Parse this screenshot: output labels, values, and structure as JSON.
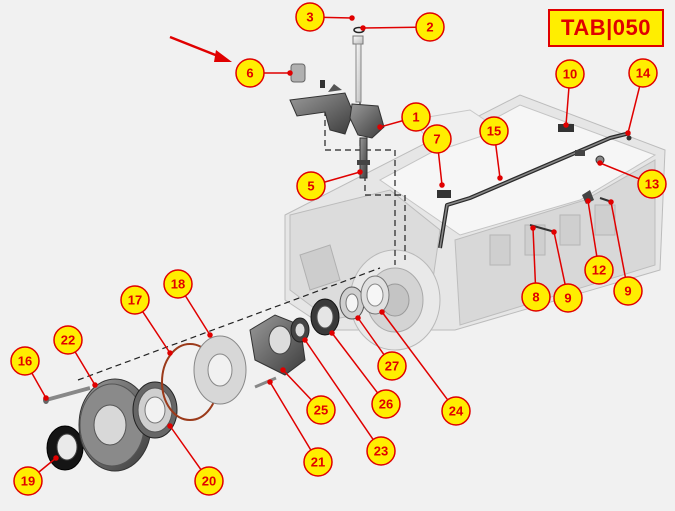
{
  "tab_label": "TAB|050",
  "colors": {
    "callout_fill": "#ffee00",
    "callout_stroke": "#e00000",
    "leader": "#e00000",
    "background": "#f1f1f1"
  },
  "callouts": [
    {
      "id": "1",
      "label": "1"
    },
    {
      "id": "2",
      "label": "2"
    },
    {
      "id": "3",
      "label": "3"
    },
    {
      "id": "5",
      "label": "5"
    },
    {
      "id": "6",
      "label": "6"
    },
    {
      "id": "7",
      "label": "7"
    },
    {
      "id": "8",
      "label": "8"
    },
    {
      "id": "9a",
      "label": "9"
    },
    {
      "id": "9b",
      "label": "9"
    },
    {
      "id": "10",
      "label": "10"
    },
    {
      "id": "12",
      "label": "12"
    },
    {
      "id": "13",
      "label": "13"
    },
    {
      "id": "14",
      "label": "14"
    },
    {
      "id": "15",
      "label": "15"
    },
    {
      "id": "16",
      "label": "16"
    },
    {
      "id": "17",
      "label": "17"
    },
    {
      "id": "18",
      "label": "18"
    },
    {
      "id": "19",
      "label": "19"
    },
    {
      "id": "20",
      "label": "20"
    },
    {
      "id": "21",
      "label": "21"
    },
    {
      "id": "22",
      "label": "22"
    },
    {
      "id": "23",
      "label": "23"
    },
    {
      "id": "24",
      "label": "24"
    },
    {
      "id": "25",
      "label": "25"
    },
    {
      "id": "26",
      "label": "26"
    },
    {
      "id": "27",
      "label": "27"
    }
  ]
}
